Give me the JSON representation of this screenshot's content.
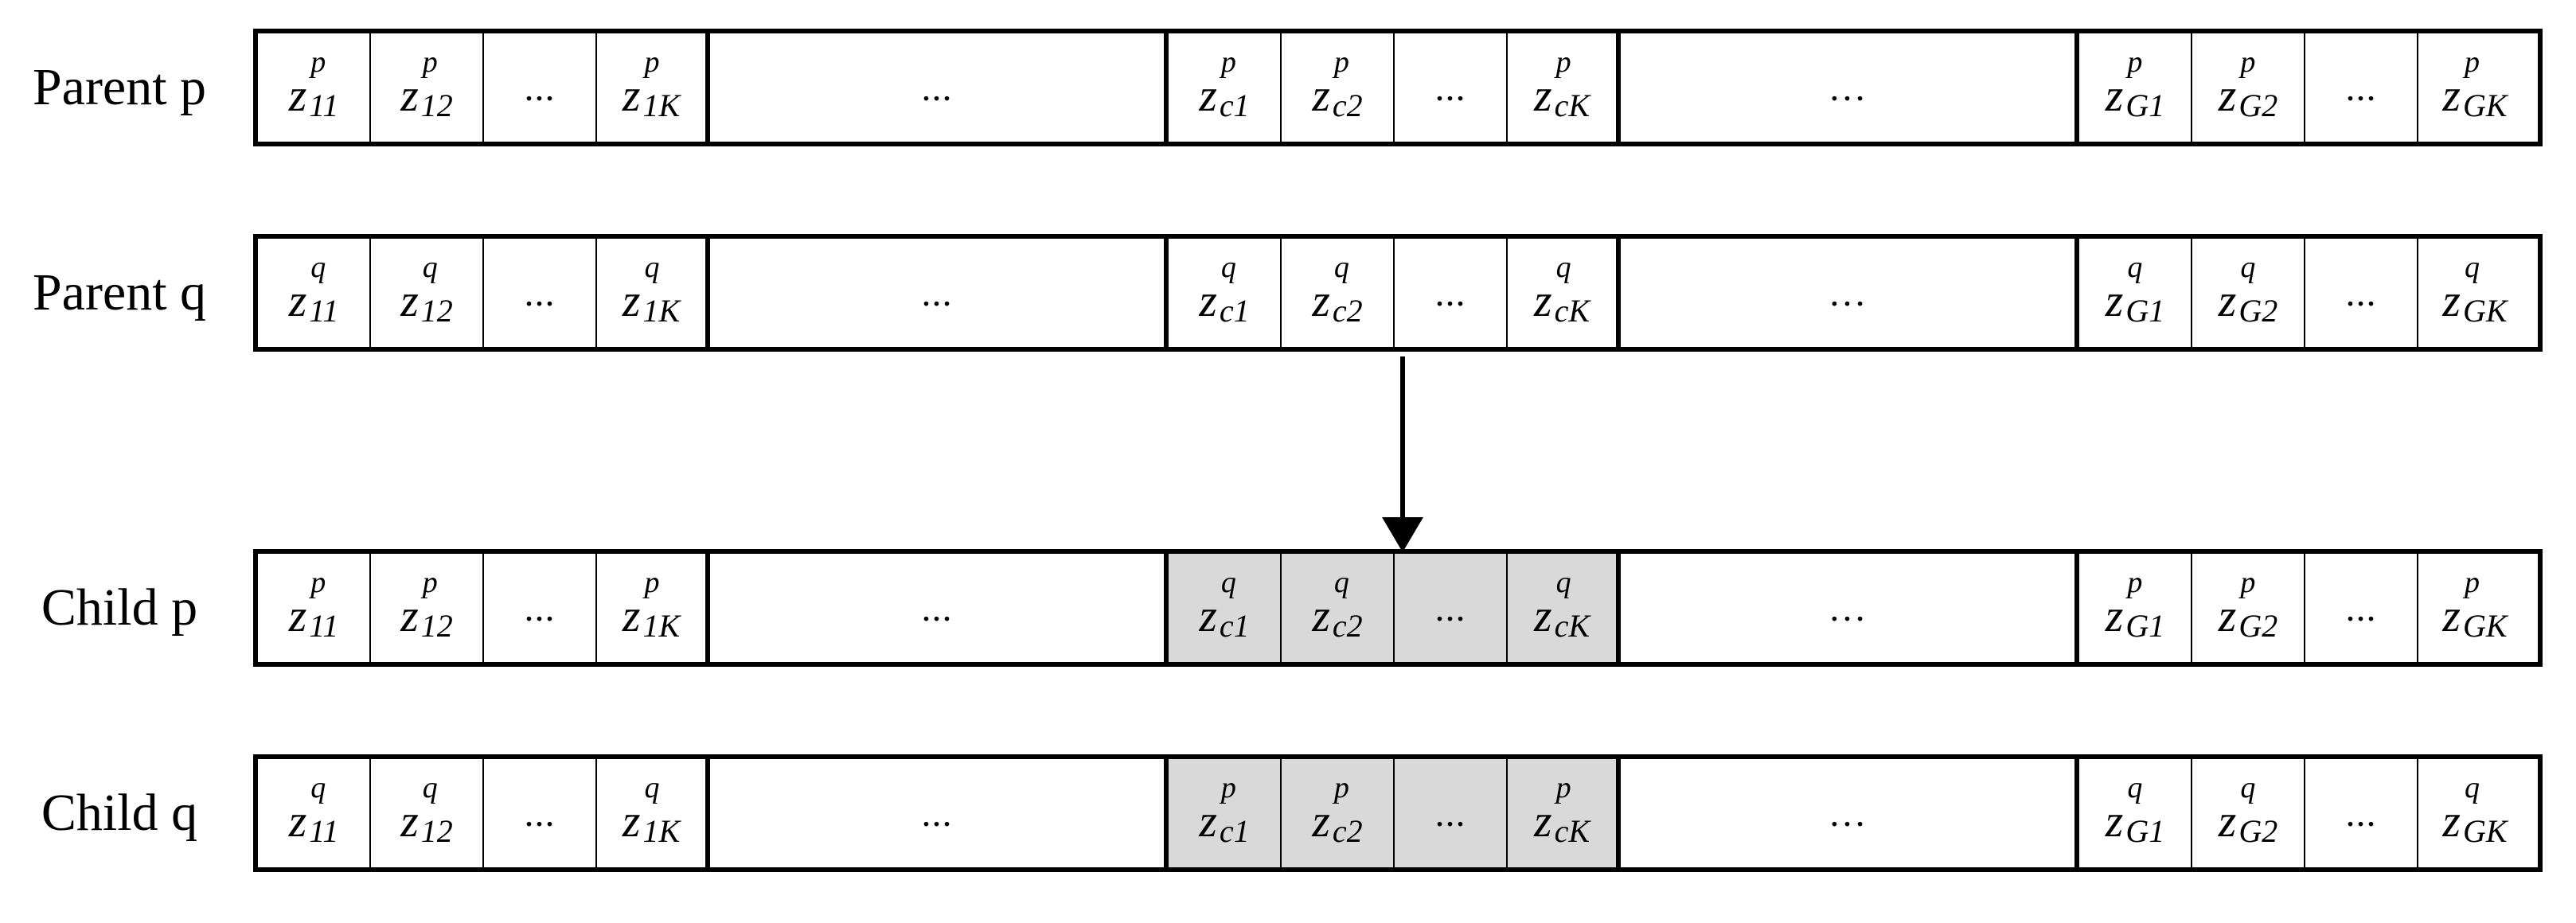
{
  "rows": [
    {
      "label": "Parent p",
      "cells": [
        {
          "kind": "z",
          "sup": "p",
          "sub": "11"
        },
        {
          "kind": "z",
          "sup": "p",
          "sub": "12"
        },
        {
          "kind": "ellipsis",
          "text": "..."
        },
        {
          "kind": "z",
          "sup": "p",
          "sub": "1K"
        },
        {
          "kind": "gap",
          "text": "..."
        },
        {
          "kind": "z",
          "sup": "p",
          "sub": "c1"
        },
        {
          "kind": "z",
          "sup": "p",
          "sub": "c2"
        },
        {
          "kind": "ellipsis",
          "text": "..."
        },
        {
          "kind": "z",
          "sup": "p",
          "sub": "cK"
        },
        {
          "kind": "gap",
          "text": "…"
        },
        {
          "kind": "z",
          "sup": "p",
          "sub": "G1"
        },
        {
          "kind": "z",
          "sup": "p",
          "sub": "G2"
        },
        {
          "kind": "ellipsis",
          "text": "..."
        },
        {
          "kind": "z",
          "sup": "p",
          "sub": "GK"
        }
      ]
    },
    {
      "label": "Parent q",
      "cells": [
        {
          "kind": "z",
          "sup": "q",
          "sub": "11"
        },
        {
          "kind": "z",
          "sup": "q",
          "sub": "12"
        },
        {
          "kind": "ellipsis",
          "text": "..."
        },
        {
          "kind": "z",
          "sup": "q",
          "sub": "1K"
        },
        {
          "kind": "gap",
          "text": "..."
        },
        {
          "kind": "z",
          "sup": "q",
          "sub": "c1"
        },
        {
          "kind": "z",
          "sup": "q",
          "sub": "c2"
        },
        {
          "kind": "ellipsis",
          "text": "..."
        },
        {
          "kind": "z",
          "sup": "q",
          "sub": "cK"
        },
        {
          "kind": "gap",
          "text": "…"
        },
        {
          "kind": "z",
          "sup": "q",
          "sub": "G1"
        },
        {
          "kind": "z",
          "sup": "q",
          "sub": "G2"
        },
        {
          "kind": "ellipsis",
          "text": "..."
        },
        {
          "kind": "z",
          "sup": "q",
          "sub": "GK"
        }
      ]
    },
    {
      "label": "Child p",
      "cells": [
        {
          "kind": "z",
          "sup": "p",
          "sub": "11"
        },
        {
          "kind": "z",
          "sup": "p",
          "sub": "12"
        },
        {
          "kind": "ellipsis",
          "text": "..."
        },
        {
          "kind": "z",
          "sup": "p",
          "sub": "1K"
        },
        {
          "kind": "gap",
          "text": "..."
        },
        {
          "kind": "z",
          "sup": "q",
          "sub": "c1",
          "shaded": true
        },
        {
          "kind": "z",
          "sup": "q",
          "sub": "c2",
          "shaded": true
        },
        {
          "kind": "ellipsis",
          "text": "...",
          "shaded": true
        },
        {
          "kind": "z",
          "sup": "q",
          "sub": "cK",
          "shaded": true
        },
        {
          "kind": "gap",
          "text": "…"
        },
        {
          "kind": "z",
          "sup": "p",
          "sub": "G1"
        },
        {
          "kind": "z",
          "sup": "p",
          "sub": "G2"
        },
        {
          "kind": "ellipsis",
          "text": "..."
        },
        {
          "kind": "z",
          "sup": "p",
          "sub": "GK"
        }
      ]
    },
    {
      "label": "Child q",
      "cells": [
        {
          "kind": "z",
          "sup": "q",
          "sub": "11"
        },
        {
          "kind": "z",
          "sup": "q",
          "sub": "12"
        },
        {
          "kind": "ellipsis",
          "text": "..."
        },
        {
          "kind": "z",
          "sup": "q",
          "sub": "1K"
        },
        {
          "kind": "gap",
          "text": "..."
        },
        {
          "kind": "z",
          "sup": "p",
          "sub": "c1",
          "shaded": true
        },
        {
          "kind": "z",
          "sup": "p",
          "sub": "c2",
          "shaded": true
        },
        {
          "kind": "ellipsis",
          "text": "...",
          "shaded": true
        },
        {
          "kind": "z",
          "sup": "p",
          "sub": "cK",
          "shaded": true
        },
        {
          "kind": "gap",
          "text": "…"
        },
        {
          "kind": "z",
          "sup": "q",
          "sub": "G1"
        },
        {
          "kind": "z",
          "sup": "q",
          "sub": "G2"
        },
        {
          "kind": "ellipsis",
          "text": "..."
        },
        {
          "kind": "z",
          "sup": "q",
          "sub": "GK"
        }
      ]
    }
  ],
  "base_symbol": "z",
  "shade_color": "#d9d9d9",
  "line_color": "#000000"
}
